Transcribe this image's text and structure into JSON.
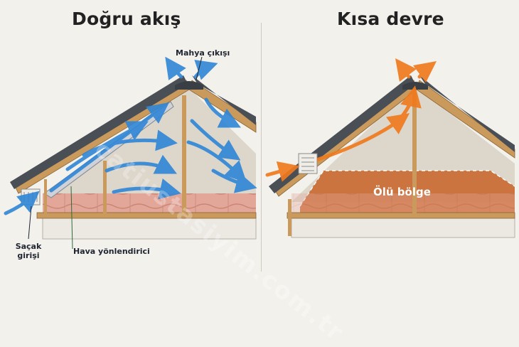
{
  "titles": {
    "left": "Doğru akış",
    "right": "Kısa devre"
  },
  "labels": {
    "ridge_exit": "Mahya çıkışı",
    "eave_intake": "Saçak girişi",
    "air_baffle": "Hava yönlendirici",
    "dead_zone": "Ölü bölge"
  },
  "watermark": "catiustasiyim.com.tr",
  "colors": {
    "good_flow": "#2f86d6",
    "bad_flow": "#f07a1e",
    "dead_zone": "#c8672c",
    "insulation": "#e3a79a",
    "wood": "#c99a5c",
    "shingle": "#4a4e55"
  },
  "icons": {
    "flow_arrow": "arrow-icon",
    "vent_grille": "vent-icon"
  }
}
